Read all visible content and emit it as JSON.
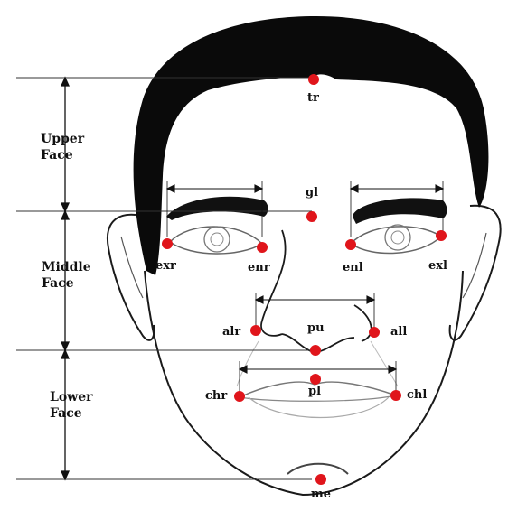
{
  "zones": {
    "upper": [
      "Upper",
      "Face"
    ],
    "middle": [
      "Middle",
      "Face"
    ],
    "lower": [
      "Lower",
      "Face"
    ]
  },
  "landmarks": {
    "tr": "tr",
    "gl": "gl",
    "exr": "exr",
    "enr": "enr",
    "enl": "enl",
    "exl": "exl",
    "alr": "alr",
    "pu": "pu",
    "all": "all",
    "chr": "chr",
    "pl": "pl",
    "chl": "chl",
    "me": "me"
  },
  "colors": {
    "landmark": "#e0151b",
    "hair": "#0a0a0a",
    "outline": "#1a1a1a",
    "guide": "#333333"
  }
}
